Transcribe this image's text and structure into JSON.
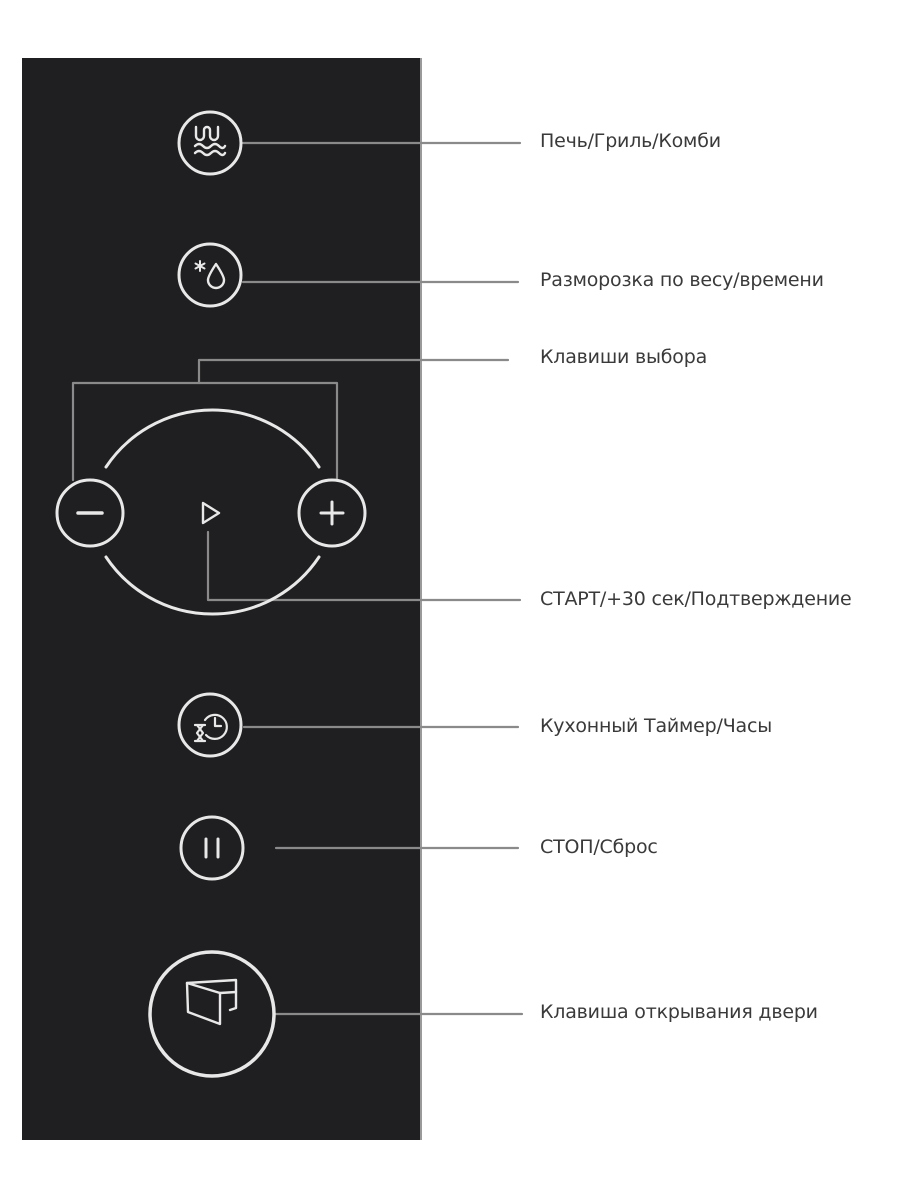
{
  "panel": {
    "background": "#1f1e20",
    "stroke_color": "#e8e8e8",
    "connector_color": "#8a8a8a"
  },
  "buttons": [
    {
      "id": "oven-grill-combi",
      "icon": "oven-grill-waves-icon",
      "label": "Печь/Гриль/Комби"
    },
    {
      "id": "defrost",
      "icon": "snowflake-drop-icon",
      "label": "Разморозка по весу/времени"
    },
    {
      "id": "selector-keys",
      "icon": "minus-plus-icons",
      "label": "Клавиши выбора"
    },
    {
      "id": "start",
      "icon": "play-triangle-icon",
      "label": "СТАРТ/+30 сек/Подтверждение"
    },
    {
      "id": "kitchen-timer-clock",
      "icon": "hourglass-clock-icon",
      "label": "Кухонный Таймер/Часы"
    },
    {
      "id": "stop-reset",
      "icon": "pause-icon",
      "label": "СТОП/Сброс"
    },
    {
      "id": "door-open",
      "icon": "door-icon",
      "label": "Клавиша открывания двери"
    }
  ]
}
